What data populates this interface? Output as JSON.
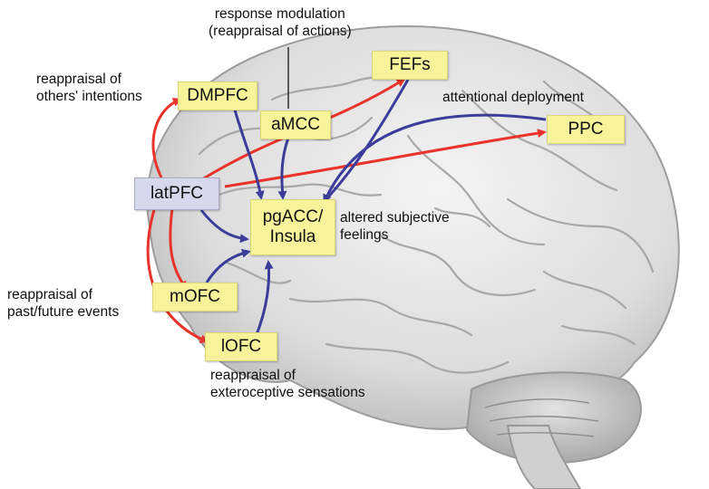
{
  "nodes": {
    "fefs": "FEFs",
    "dmpfc": "DMPFC",
    "amcc": "aMCC",
    "ppc": "PPC",
    "latpfc": "latPFC",
    "pgacc": "pgACC/\nInsula",
    "mofc": "mOFC",
    "lofc": "lOFC"
  },
  "labels": {
    "response_modulation": "response modulation\n(reappraisal of actions)",
    "others_intentions": "reappraisal of\nothers' intentions",
    "attentional_deployment": "attentional deployment",
    "subjective_feelings": "altered subjective\nfeelings",
    "past_future": "reappraisal of\npast/future events",
    "exteroceptive": "reappraisal of\nexteroceptive sensations"
  },
  "colors": {
    "red_arrow": "#e8342a",
    "blue_arrow": "#3c3c9a",
    "node_fill": "#f7f39a",
    "latpfc_fill": "#d8d8ec"
  }
}
